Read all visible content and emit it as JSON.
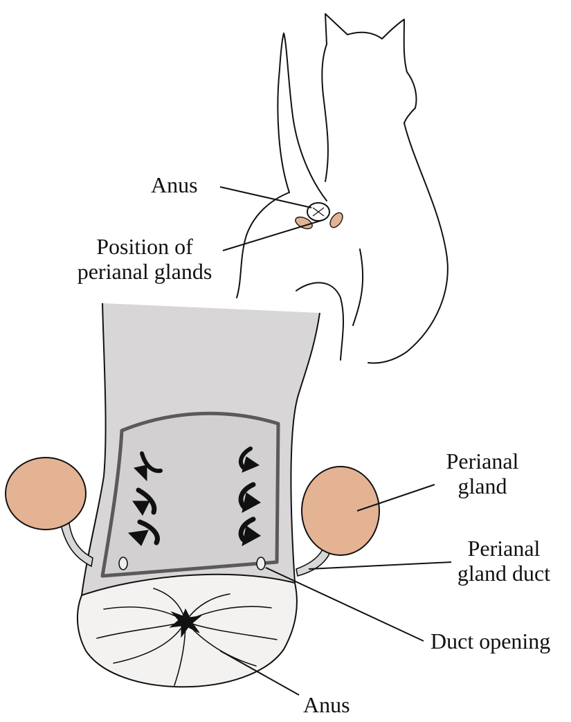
{
  "labels": {
    "anus_top": "Anus",
    "position_line1": "Position of",
    "position_line2": "perianal glands",
    "gland_line1": "Perianal",
    "gland_line2": "gland",
    "duct_line1": "Perianal",
    "duct_line2": "gland duct",
    "duct_opening": "Duct opening",
    "anus_bottom": "Anus"
  },
  "colors": {
    "outline": "#111111",
    "tissue_gray": "#d8d6d6",
    "gland_tan": "#e4b394",
    "anus_white": "#f4f2f1",
    "window_border": "#555555"
  }
}
